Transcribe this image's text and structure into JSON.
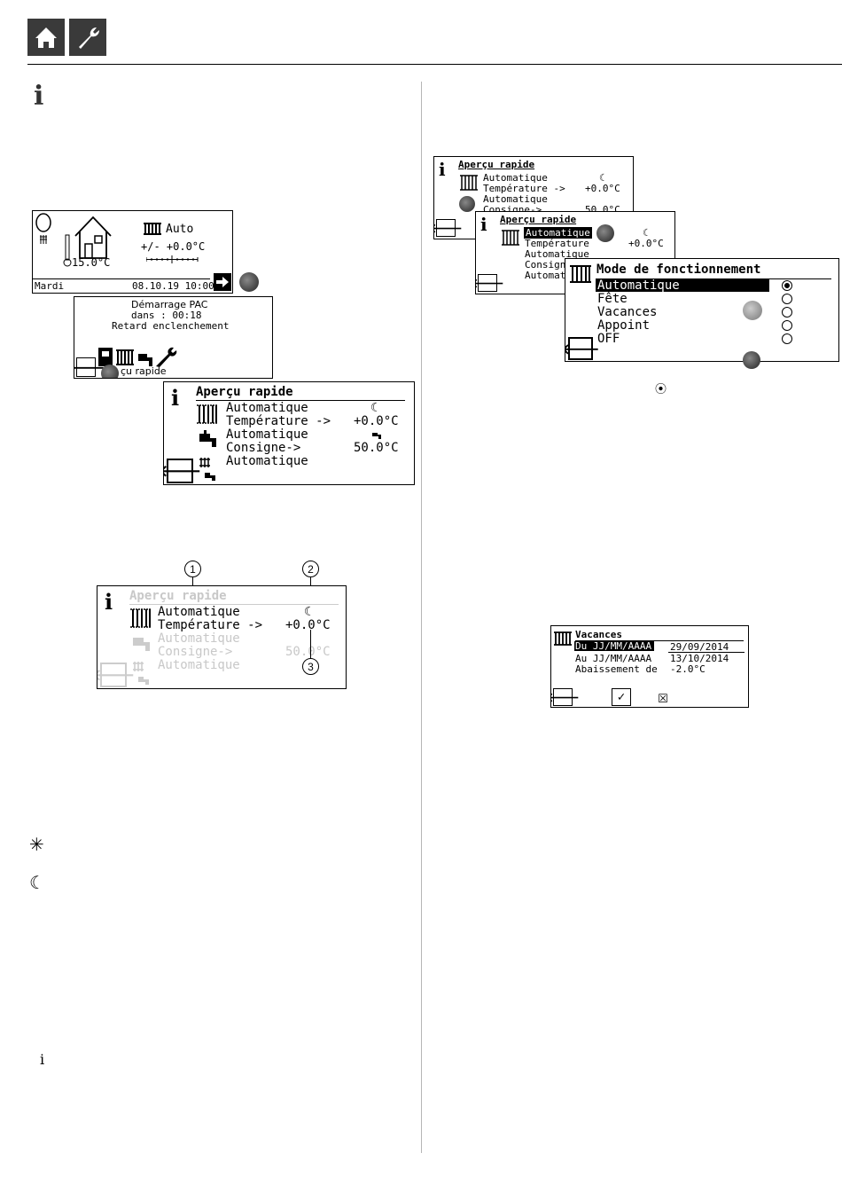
{
  "header": {
    "home_icon": "home-icon",
    "tool_icon": "wrench-icon"
  },
  "info_mark": "i",
  "screen1": {
    "temp": "15.0°C",
    "mode": "Auto",
    "offset": "+/- +0.0°C",
    "day": "Mardi",
    "datetime": "08.10.19 10:00"
  },
  "screen2": {
    "line1": "Démarrage PAC",
    "line2": "dans  :  00:18",
    "line3": "Retard enclenchement",
    "menu_label": "çu rapide"
  },
  "apercu": {
    "title": "Aperçu rapide",
    "rows": [
      {
        "label": "Automatique",
        "value": "☾"
      },
      {
        "label": "Température ->",
        "value": "+0.0°C"
      },
      {
        "label": "Automatique",
        "value": ""
      },
      {
        "label": "Consigne->",
        "value": "50.0°C"
      },
      {
        "label": "Automatique",
        "value": ""
      }
    ]
  },
  "callouts": [
    "1",
    "2",
    "3"
  ],
  "stack_a": {
    "title": "Aperçu rapide",
    "rows": [
      "Automatique",
      "Température ->",
      "Automatique",
      "Consigne->"
    ],
    "values": [
      "☾",
      "+0.0°C",
      "",
      "50.0°C"
    ]
  },
  "stack_b": {
    "title": "Aperçu rapide",
    "rows": [
      "Automatique",
      "Température",
      "Automatique",
      "Consign",
      "Automat"
    ],
    "values": [
      "☾",
      "+0.0°C"
    ]
  },
  "mode_menu": {
    "title": "Mode de fonctionnement",
    "options": [
      "Automatique",
      "Fête",
      "Vacances",
      "Appoint",
      "OFF"
    ],
    "selected": 0
  },
  "radio_symbol": "⦿",
  "vacances": {
    "title": "Vacances",
    "rows": [
      {
        "label": "Du JJ/MM/AAAA",
        "value": "29/09/2014"
      },
      {
        "label": "Au JJ/MM/AAAA",
        "value": "13/10/2014"
      },
      {
        "label": "Abaissement de",
        "value": "-2.0°C"
      }
    ],
    "confirm": "✓",
    "cancel": "☒"
  },
  "legend": {
    "sun": "✳",
    "moon": "☾",
    "info": "i"
  },
  "colors": {
    "header_button": "#3a3a3a",
    "divider": "#b5b5b5",
    "faded": "#c8c8c8"
  }
}
